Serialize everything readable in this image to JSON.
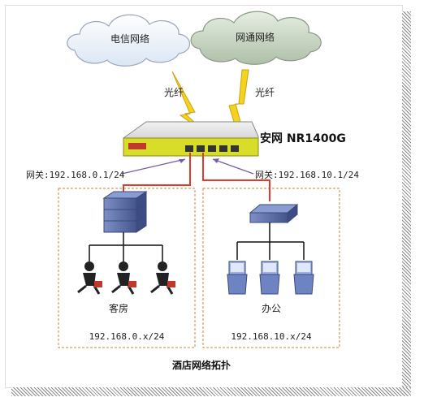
{
  "clouds": {
    "telecom": "电信网络",
    "netcom": "网通网络"
  },
  "links": {
    "fiber_left": "光纤",
    "fiber_right": "光纤"
  },
  "device": {
    "name": "安网  NR1400G"
  },
  "gateways": {
    "left": "网关:192.168.0.1/24",
    "right": "网关:192.168.10.1/24"
  },
  "zones": {
    "guest": {
      "label": "客房",
      "subnet": "192.168.0.x/24"
    },
    "office": {
      "label": "办公",
      "subnet": "192.168.10.x/24"
    }
  },
  "caption": "酒店网络拓扑",
  "colors": {
    "cloud_left": "#eef3fb",
    "cloud_right": "#c8d6c4",
    "lightning": "#f5d21e",
    "router_body": "#d8dd2a",
    "switch": "#5b6fa8",
    "uplink": "#e23a2a",
    "zone_border": "#c98a3a"
  }
}
